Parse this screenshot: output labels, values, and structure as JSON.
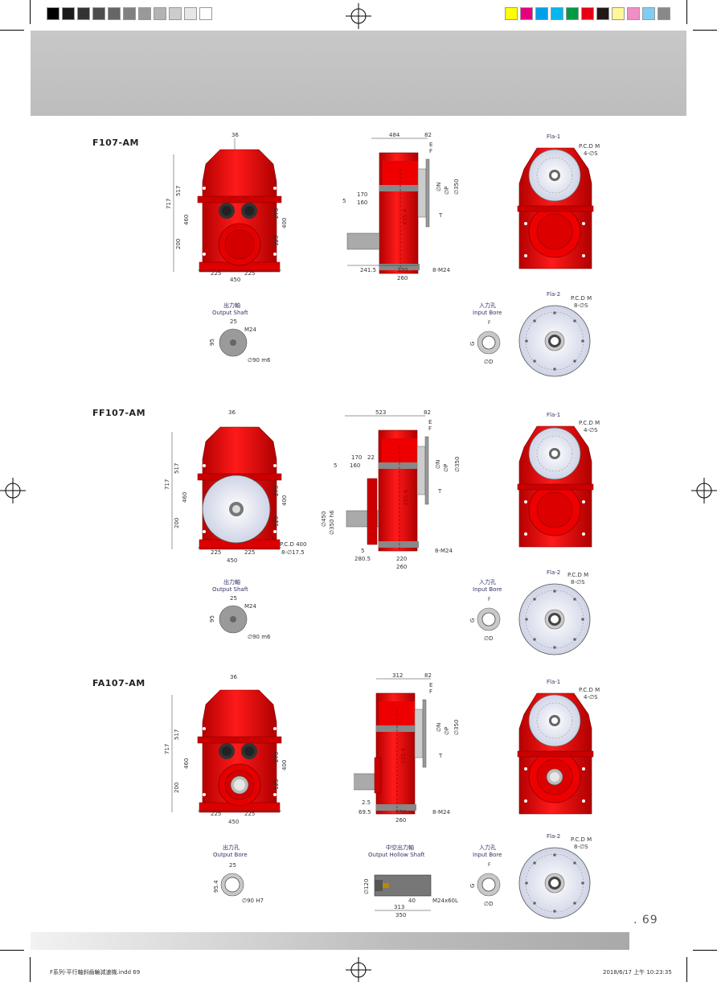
{
  "page": {
    "number": ". 69",
    "footer_file": "F系列-平行軸斜齒輪減速機.indd 69",
    "footer_date": "2018/6/17 上午 10:23:35"
  },
  "grays": [
    "#000000",
    "#1a1a1a",
    "#333333",
    "#4d4d4d",
    "#666666",
    "#808080",
    "#999999",
    "#b3b3b3",
    "#cccccc",
    "#e6e6e6",
    "#ffffff"
  ],
  "colors": [
    "#ffff00",
    "#e5007f",
    "#00a0e9",
    "#00b7ee",
    "#009944",
    "#e60012",
    "#231815",
    "#fff799",
    "#f08ec6",
    "#7ecef4",
    "#898989"
  ],
  "sections": [
    {
      "model": "F107-AM",
      "front": {
        "top": "36",
        "h_total": "717",
        "h_upper": "517",
        "h_mid": "460",
        "h_lower": "200",
        "r_275": "275",
        "r_400": "400",
        "r_125": "125",
        "w_left": "225",
        "w_right": "225",
        "w_total": "450"
      },
      "side": {
        "len": "484",
        "flange": "82",
        "d_170": "170",
        "d_160": "160",
        "d_5": "5",
        "h_center": "335.4",
        "b_241": "241.5",
        "b_220": "220",
        "b_260": "260",
        "bolt": "8-M24",
        "dn": "∅N",
        "dp": "∅P",
        "d350": "∅350",
        "t": "T",
        "e": "E",
        "f": "F"
      },
      "fla1": {
        "title": "Fla-1",
        "pcd": "P.C.D M",
        "holes": "4-∅S"
      },
      "fla2": {
        "title": "Fla-2",
        "pcd": "P.C.D M",
        "holes": "8-∅S"
      },
      "shaft": {
        "title_cn": "出力軸",
        "title_en": "Output Shaft",
        "w": "25",
        "h": "95",
        "thread": "M24",
        "dia": "∅90 m6"
      },
      "bore": {
        "title_cn": "入力孔",
        "title_en": "Input Bore",
        "f": "F",
        "g": "G",
        "d": "∅D"
      }
    },
    {
      "model": "FF107-AM",
      "front": {
        "top": "36",
        "h_total": "717",
        "h_upper": "517",
        "h_mid": "460",
        "h_lower": "200",
        "r_275": "275",
        "r_400": "400",
        "r_125": "125",
        "w_left": "225",
        "w_right": "225",
        "w_total": "450",
        "pcd": "P.C.D 400",
        "holes": "8-∅17.5"
      },
      "side": {
        "len": "523",
        "flange": "82",
        "d_170": "170",
        "d_22": "22",
        "d_160": "160",
        "d_5": "5",
        "h_center": "335.4",
        "d_450": "∅450",
        "d_350": "∅350 h6",
        "b_5": "5",
        "b_280": "280.5",
        "b_220": "220",
        "b_260": "260",
        "bolt": "8-M24",
        "dn": "∅N",
        "dp": "∅P",
        "d350": "∅350",
        "t": "T",
        "e": "E",
        "f": "F"
      },
      "fla1": {
        "title": "Fla-1",
        "pcd": "P.C.D M",
        "holes": "4-∅S"
      },
      "fla2": {
        "title": "Fla-2",
        "pcd": "P.C.D M",
        "holes": "8-∅S"
      },
      "shaft": {
        "title_cn": "出力軸",
        "title_en": "Output Shaft",
        "w": "25",
        "h": "95",
        "thread": "M24",
        "dia": "∅90 m6"
      },
      "bore": {
        "title_cn": "入力孔",
        "title_en": "Input Bore",
        "f": "F",
        "g": "G",
        "d": "∅D"
      }
    },
    {
      "model": "FA107-AM",
      "front": {
        "top": "36",
        "h_total": "717",
        "h_upper": "517",
        "h_mid": "460",
        "h_lower": "200",
        "r_275": "275",
        "r_400": "400",
        "r_125": "125",
        "w_left": "225",
        "w_right": "225",
        "w_total": "450"
      },
      "side": {
        "len": "312",
        "flange": "82",
        "h_center": "335.4",
        "b_25": "2.5",
        "b_69": "69.5",
        "b_220": "220",
        "b_260": "260",
        "bolt": "8-M24",
        "dn": "∅N",
        "dp": "∅P",
        "d350": "∅350",
        "t": "T",
        "e": "E",
        "f": "F"
      },
      "fla1": {
        "title": "Fla-1",
        "pcd": "P.C.D M",
        "holes": "4-∅S"
      },
      "fla2": {
        "title": "Fla-2",
        "pcd": "P.C.D M",
        "holes": "8-∅S"
      },
      "outbore": {
        "title_cn": "出力孔",
        "title_en": "Output Bore",
        "w": "25",
        "h": "95.4",
        "dia": "∅90 H7"
      },
      "hollow": {
        "title_cn": "中空出力軸",
        "title_en": "Output Hollow Shaft",
        "d": "∅120",
        "l40": "40",
        "l313": "313",
        "l350": "350",
        "thread": "M24x60L"
      },
      "bore": {
        "title_cn": "入力孔",
        "title_en": "Input Bore",
        "f": "F",
        "g": "G",
        "d": "∅D"
      }
    }
  ]
}
